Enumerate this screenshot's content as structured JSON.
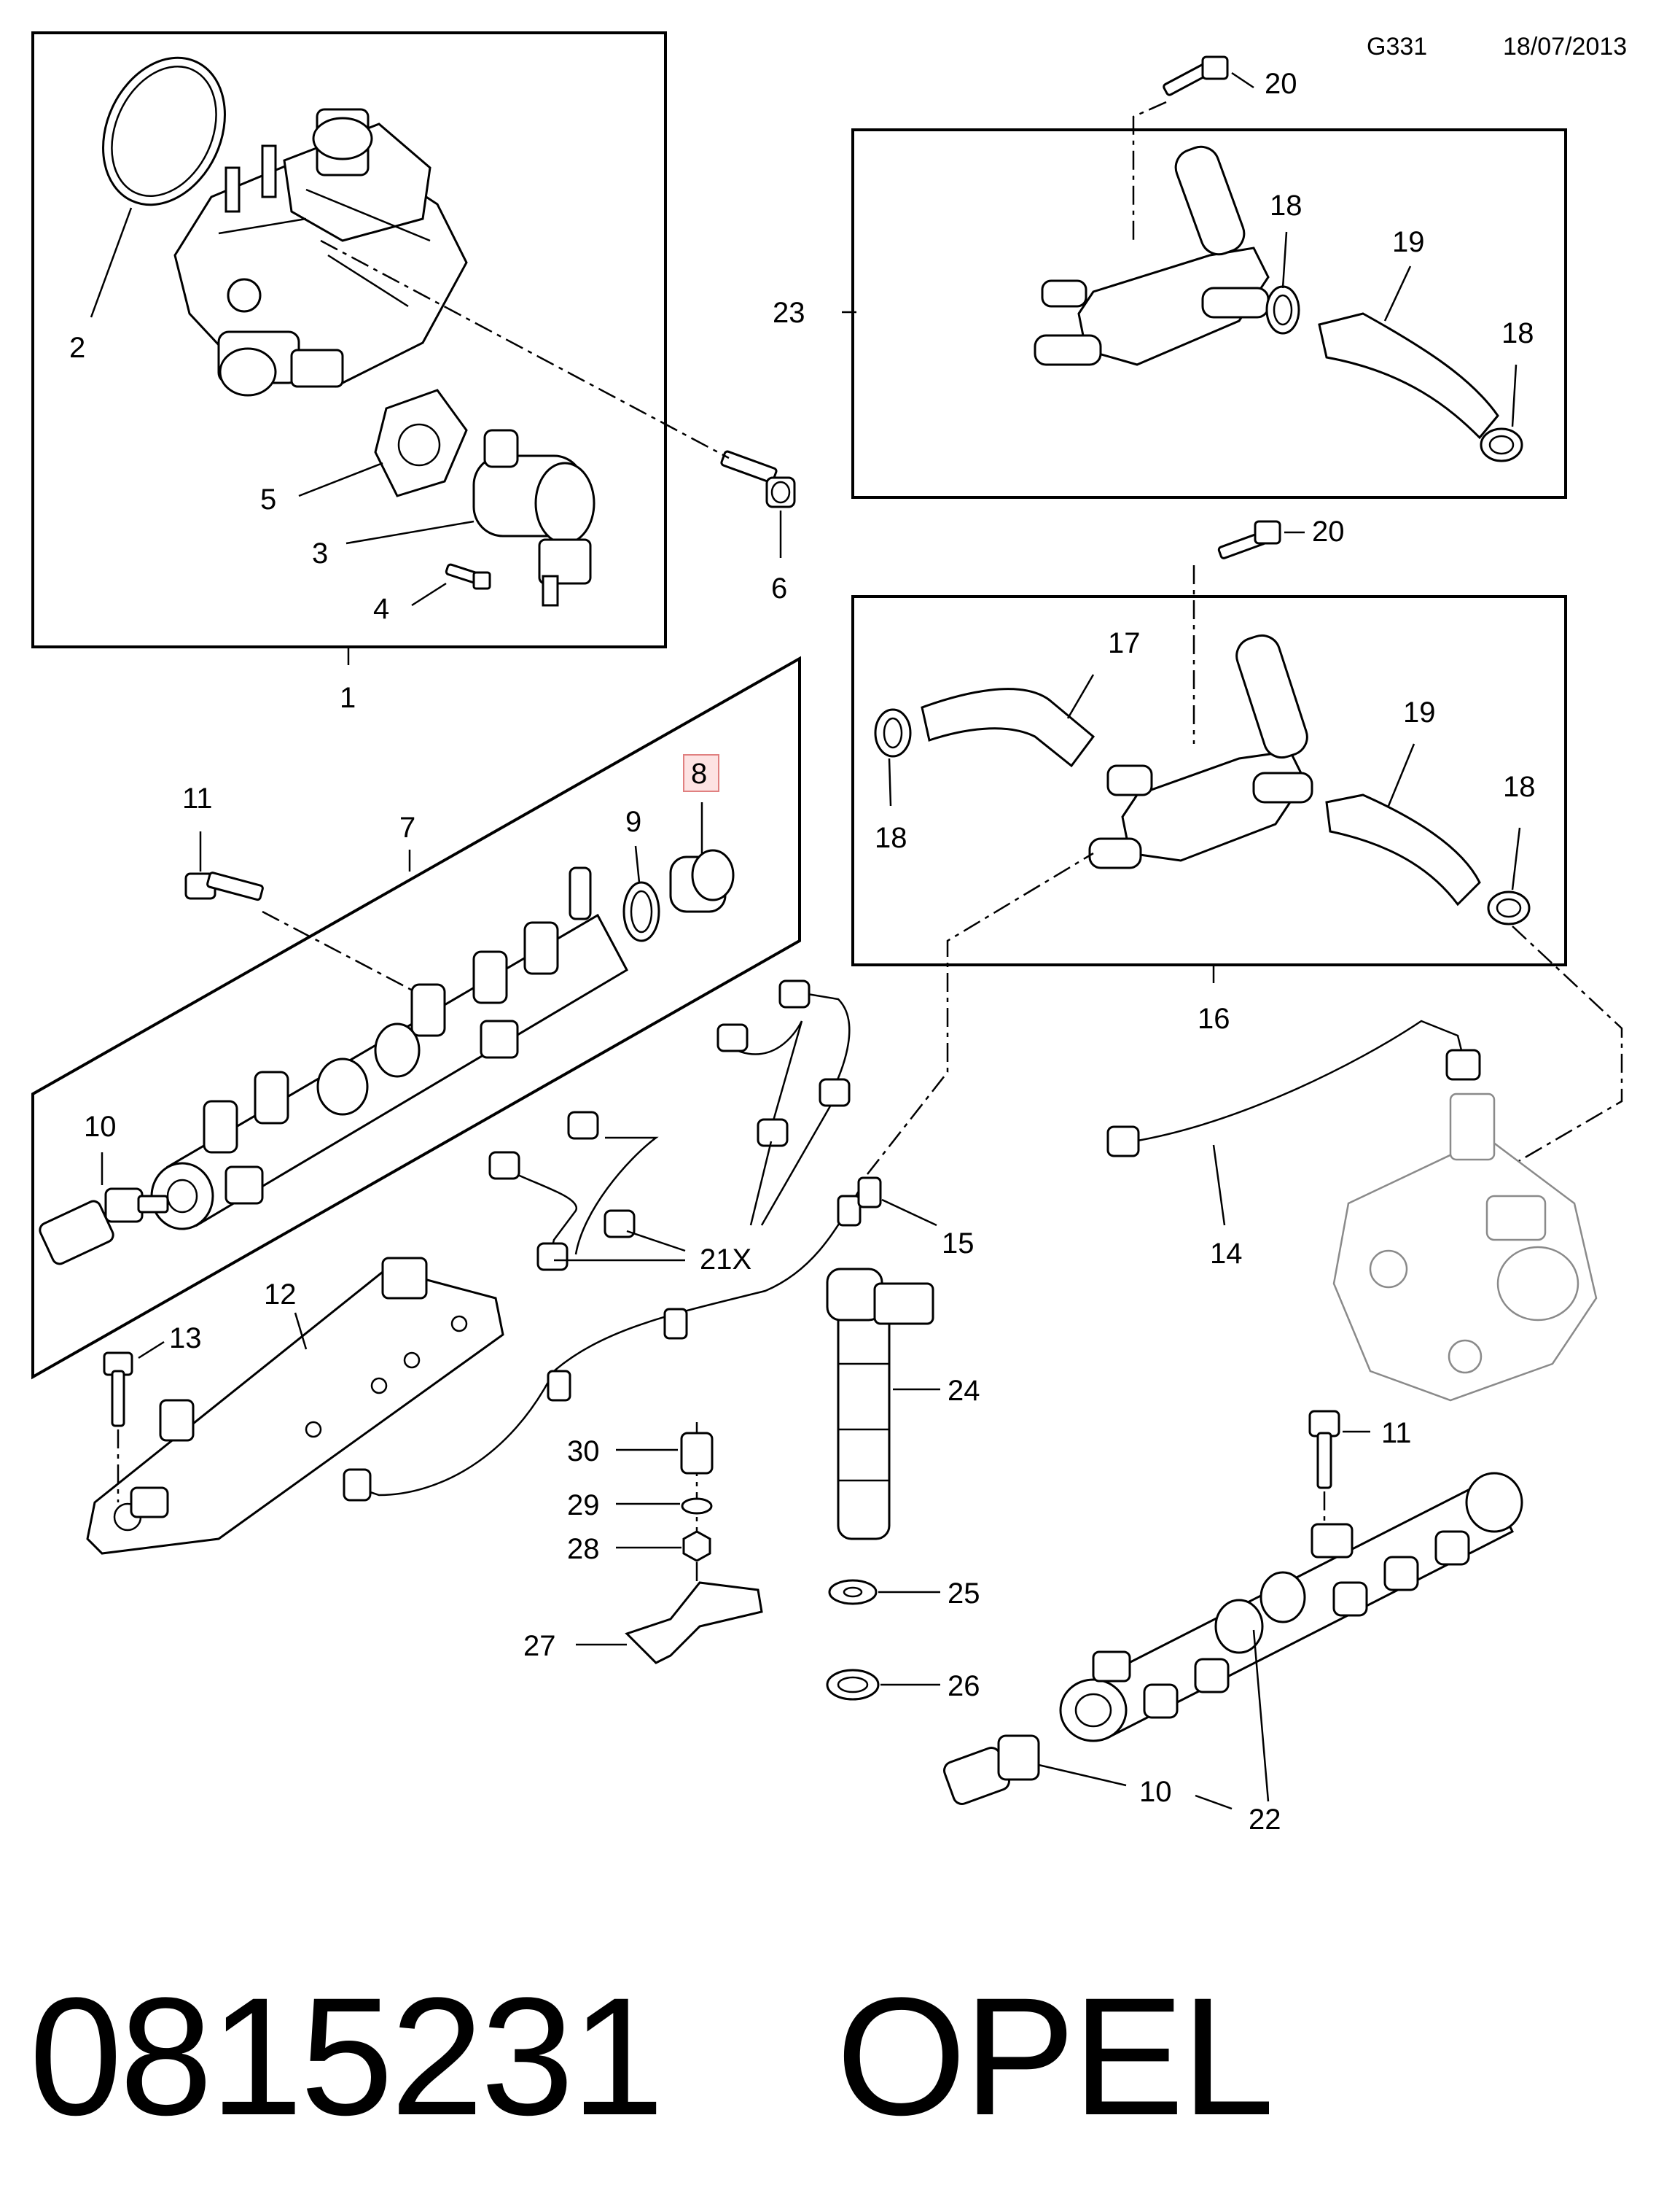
{
  "header": {
    "code": "G331",
    "date": "18/07/2013"
  },
  "footer": {
    "part_number": "0815231",
    "brand": "OPEL"
  },
  "callouts": {
    "c1": "1",
    "c2": "2",
    "c3": "3",
    "c4": "4",
    "c5": "5",
    "c6": "6",
    "c7": "7",
    "c8": "8",
    "c9": "9",
    "c10a": "10",
    "c10b": "10",
    "c11a": "11",
    "c11b": "11",
    "c12": "12",
    "c13": "13",
    "c14": "14",
    "c15": "15",
    "c16": "16",
    "c17": "17",
    "c18a": "18",
    "c18b": "18",
    "c18c": "18",
    "c18d": "18",
    "c19a": "19",
    "c19b": "19",
    "c20a": "20",
    "c20b": "20",
    "c21": "21X",
    "c22": "22",
    "c23": "23",
    "c24": "24",
    "c25": "25",
    "c26": "26",
    "c27": "27",
    "c28": "28",
    "c29": "29",
    "c30": "30"
  },
  "highlighted_callout": "8",
  "colors": {
    "highlight_fill": "#fde3e3",
    "highlight_stroke": "#e08080",
    "line": "#000000"
  }
}
